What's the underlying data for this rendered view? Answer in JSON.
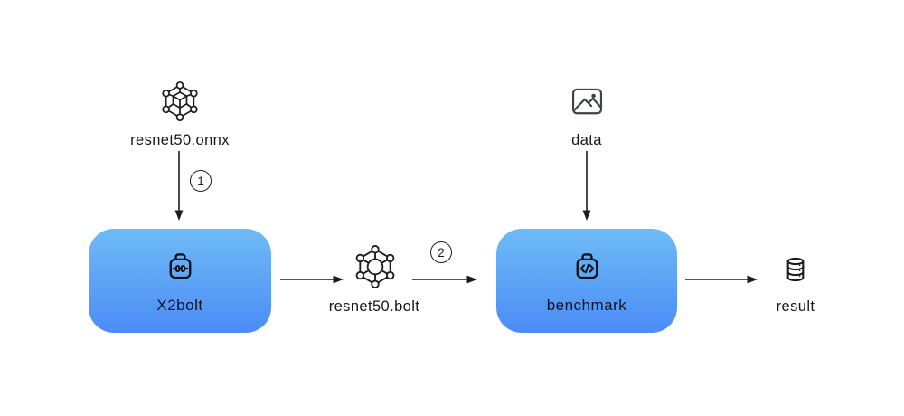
{
  "diagram": {
    "background_color": "#ffffff",
    "box_gradient_top": "#6fbbf7",
    "box_gradient_bottom": "#4b8cf6",
    "stroke_color": "#17181a",
    "nodes": {
      "onnx": {
        "label": "resnet50.onnx",
        "icon": "neural-network-cube-icon"
      },
      "x2bolt": {
        "label": "X2bolt",
        "icon": "toolbox-icon"
      },
      "bolt": {
        "label": "resnet50.bolt",
        "icon": "neural-network-hub-icon"
      },
      "data": {
        "label": "data",
        "icon": "image-icon"
      },
      "benchmark": {
        "label": "benchmark",
        "icon": "code-case-icon"
      },
      "result": {
        "label": "result",
        "icon": "database-icon"
      }
    },
    "badges": {
      "step1": "1",
      "step2": "2"
    }
  }
}
